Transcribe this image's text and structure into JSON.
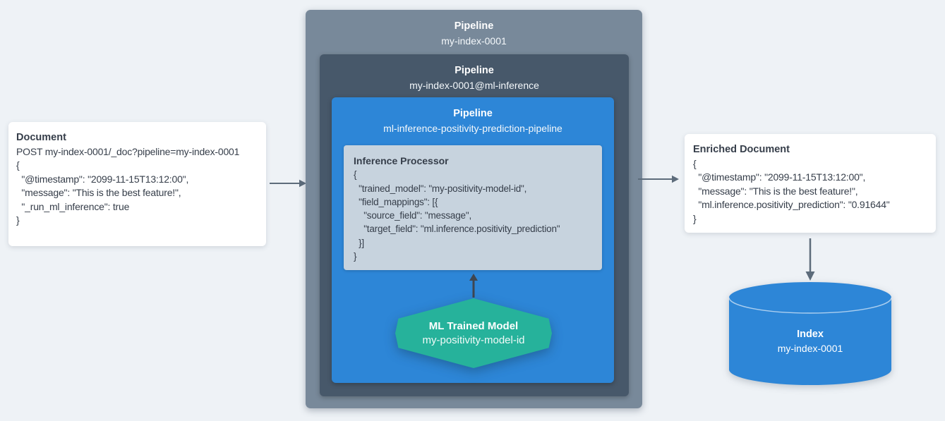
{
  "palette": {
    "background": "#eef2f6",
    "outer_pipeline": "#78899a",
    "inner_pipeline": "#47586a",
    "ml_pipeline": "#2d86d7",
    "processor_panel": "#c7d3de",
    "trained_model": "#26b29b",
    "index_cylinder": "#2d86d7",
    "arrow": "#5d6c7b",
    "arrow_dark": "#3f4650",
    "text_dark": "#363e4a",
    "text_light": "#ffffff"
  },
  "document_card": {
    "title": "Document",
    "lines": [
      "POST my-index-0001/_doc?pipeline=my-index-0001",
      "{",
      "  \"@timestamp\": \"2099-11-15T13:12:00\",",
      "  \"message\": \"This is the best feature!\",",
      "  \"_run_ml_inference\": true",
      "}"
    ]
  },
  "outer_pipeline": {
    "title": "Pipeline",
    "name": "my-index-0001"
  },
  "inference_pipeline": {
    "title": "Pipeline",
    "name": "my-index-0001@ml-inference"
  },
  "ml_pipeline": {
    "title": "Pipeline",
    "name": "ml-inference-positivity-prediction-pipeline"
  },
  "inference_processor": {
    "title": "Inference Processor",
    "lines": [
      "{",
      "  \"trained_model\": \"my-positivity-model-id\",",
      "  \"field_mappings\": [{",
      "    \"source_field\": \"message\",",
      "    \"target_field\": \"ml.inference.positivity_prediction\"",
      "  }]",
      "}"
    ]
  },
  "trained_model": {
    "title": "ML Trained Model",
    "name": "my-positivity-model-id"
  },
  "enriched_card": {
    "title": "Enriched Document",
    "lines": [
      "{",
      "  \"@timestamp\": \"2099-11-15T13:12:00\",",
      "  \"message\": \"This is the best feature!\",",
      "  \"ml.inference.positivity_prediction\": \"0.91644\"",
      "}"
    ]
  },
  "index": {
    "title": "Index",
    "name": "my-index-0001"
  }
}
